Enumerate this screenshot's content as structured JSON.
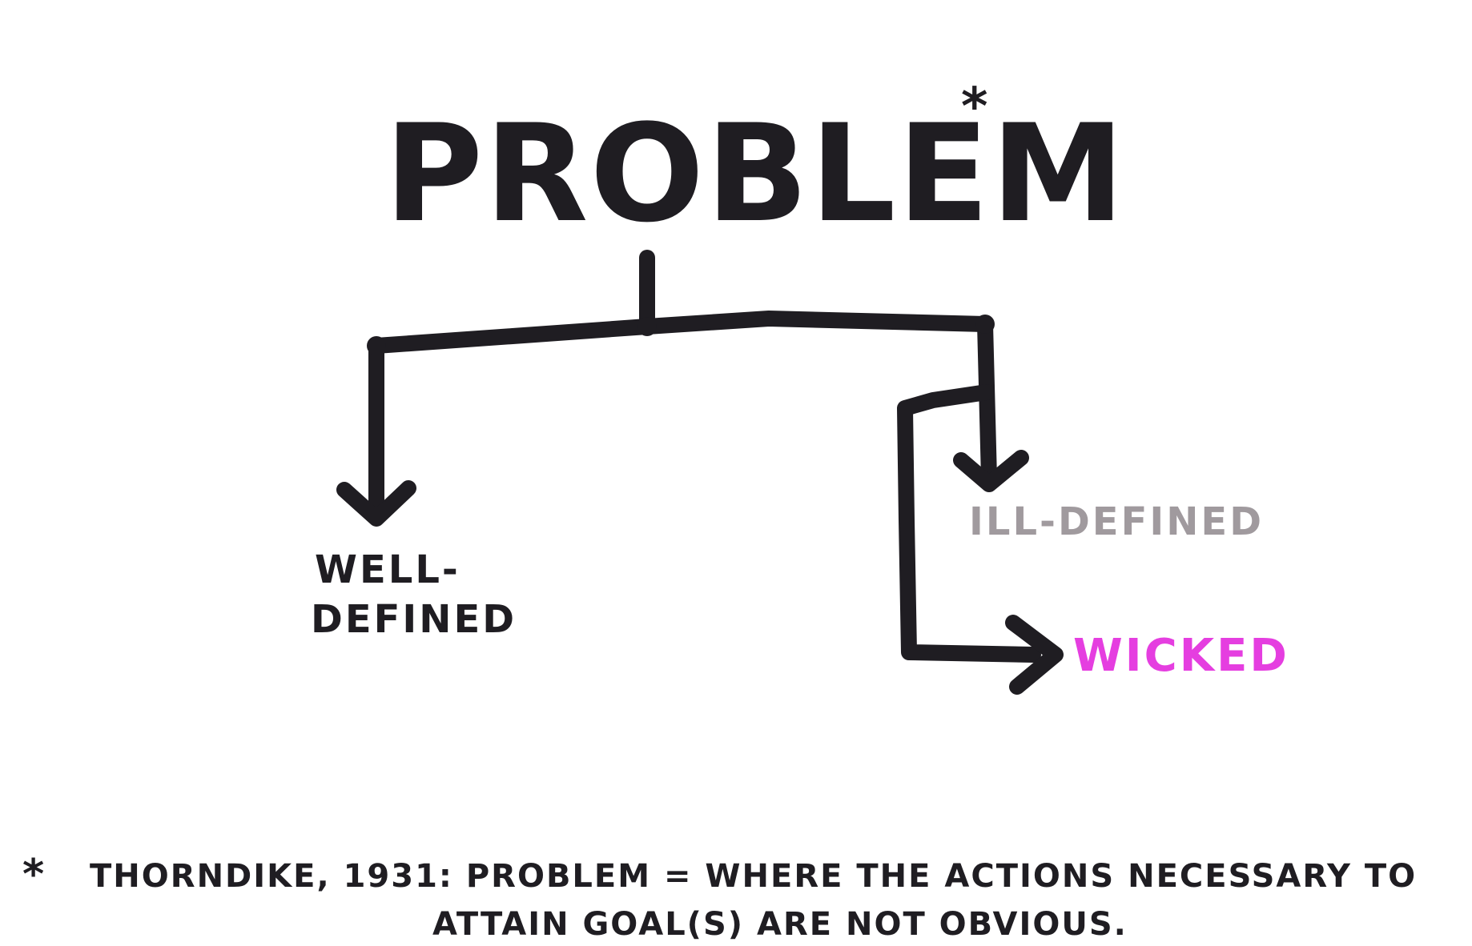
{
  "title": {
    "text": "PROBLEM",
    "asterisk": "*"
  },
  "labels": {
    "well_line1": "WELL-",
    "well_line2": "DEFINED",
    "ill": "ILL-DEFINED",
    "wicked": "WICKED"
  },
  "footnote": {
    "marker": "*",
    "line1": "THORNDIKE, 1931: PROBLEM = WHERE THE ACTIONS NECESSARY TO",
    "line2": "ATTAIN GOAL(S) ARE NOT OBVIOUS."
  },
  "colors": {
    "ink": "#1f1d22",
    "ill": "#a09a9e",
    "wicked": "#e53ee0",
    "background": "#ffffff"
  }
}
